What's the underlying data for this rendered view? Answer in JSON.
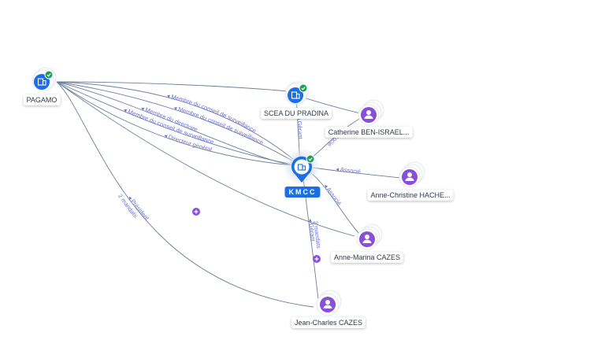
{
  "colors": {
    "company": "#1a6fe6",
    "person": "#8a4fd8",
    "edge": "#6f7f99",
    "edge_label": "#6b6fd6",
    "check": "#1f9d55"
  },
  "nodes": {
    "kmcc": {
      "label": "KMCC",
      "icon": "building-icon"
    },
    "pagamo": {
      "label": "PAGAMO",
      "icon": "building-icon"
    },
    "scea": {
      "label": "SCEA DU PRADINA",
      "icon": "building-icon"
    },
    "catherine": {
      "label": "Catherine BEN-ISRAEL...",
      "icon": "person-icon"
    },
    "anne_christine": {
      "label": "Anne-Christine HACHE...",
      "icon": "person-icon"
    },
    "anne_marina": {
      "label": "Anne-Marina CAZES",
      "icon": "person-icon"
    },
    "jean_charles": {
      "label": "Jean-Charles CAZES",
      "icon": "person-icon"
    }
  },
  "edge_labels": {
    "pagamo_kmcc_1": "Membre du conseil de surveillance",
    "pagamo_kmcc_2": "Membre du conseil de surveillance",
    "pagamo_kmcc_3": "Membre du conseil de surveillance",
    "pagamo_kmcc_4": "Directeur général",
    "pagamo_kmcc_5": "Membre du directoire",
    "pagamo_jean_charles": "Président",
    "pagamo_jean_charles_count": "2 mandats",
    "scea_kmcc": "Gérant",
    "catherine_kmcc": "Associé",
    "anne_christine_kmcc": "Associé",
    "anne_marina_kmcc": "Associé",
    "kmcc_jean_charles": "Gérant",
    "kmcc_jean_charles_count": "2 mandats"
  }
}
